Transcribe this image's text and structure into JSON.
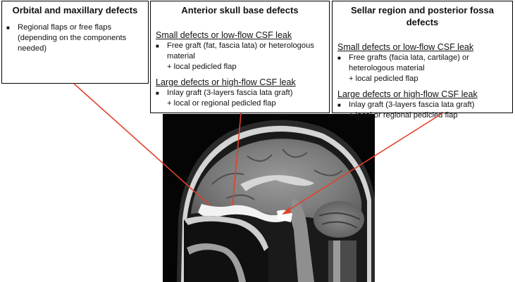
{
  "colors": {
    "pointer": "#e0412a",
    "border": "#000000"
  },
  "boxes": {
    "orbital": {
      "title": "Orbital and maxillary defects",
      "bullet": "Regional flaps or free flaps (depending on the components needed)"
    },
    "anterior": {
      "title": "Anterior skull base defects",
      "small_heading": "Small defects or low-flow CSF leak",
      "small_bullet": "Free graft (fat, fascia lata) or heterologous material",
      "small_addon": "+ local pedicled flap",
      "large_heading": "Large defects or high-flow CSF leak",
      "large_bullet": "Inlay graft (3-layers fascia lata graft)",
      "large_addon": "+ local or regional pedicled flap"
    },
    "sellar": {
      "title": "Sellar region and posterior fossa defects",
      "small_heading": "Small defects or low-flow CSF leak",
      "small_bullet": "Free grafts (facia lata, cartilage) or heterologous material",
      "small_addon": "+ local pedicled flap",
      "large_heading": "Large defects or high-flow CSF leak",
      "large_bullet": "Inlay graft (3-layers fascia lata graft)",
      "large_addon": "+ local or regional pedicled flap"
    }
  },
  "image": {
    "name": "sagittal-mri-skull-base"
  }
}
